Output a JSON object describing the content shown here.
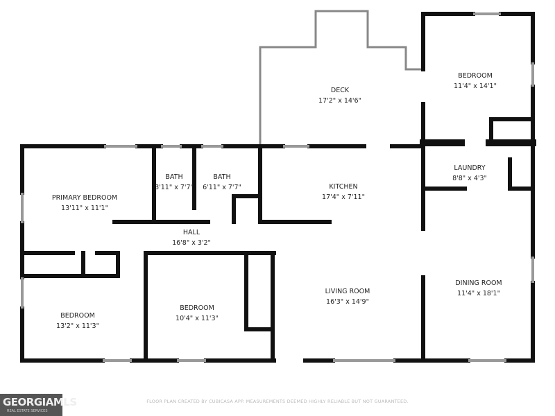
{
  "rooms": [
    {
      "name": "DECK",
      "dims": "17'2\" x 14'6\""
    },
    {
      "name": "BEDROOM",
      "dims": "11'4\" x 14'1\""
    },
    {
      "name": "BATH",
      "dims": "3'11\" x 7'7\""
    },
    {
      "name": "BATH",
      "dims": "6'11\" x 7'7\""
    },
    {
      "name": "PRIMARY BEDROOM",
      "dims": "13'11\" x 11'1\""
    },
    {
      "name": "KITCHEN",
      "dims": "17'4\" x 7'11\""
    },
    {
      "name": "LAUNDRY",
      "dims": "8'8\" x 4'3\""
    },
    {
      "name": "HALL",
      "dims": "16'8\" x 3'2\""
    },
    {
      "name": "DINING ROOM",
      "dims": "11'4\" x 18'1\""
    },
    {
      "name": "LIVING ROOM",
      "dims": "16'3\" x 14'9\""
    },
    {
      "name": "BEDROOM",
      "dims": "13'2\" x 11'3\""
    },
    {
      "name": "BEDROOM",
      "dims": "10'4\" x 11'3\""
    }
  ],
  "footer": "FLOOR PLAN CREATED BY CUBICASA APP. MEASUREMENTS DEEMED HIGHLY RELIABLE BUT NOT GUARANTEED.",
  "logo": {
    "text": "GEORGIAMLS",
    "subtext": "REAL ESTATE SERVICES"
  },
  "colors": {
    "wall": "#111111",
    "window": "#9a9a9a"
  }
}
